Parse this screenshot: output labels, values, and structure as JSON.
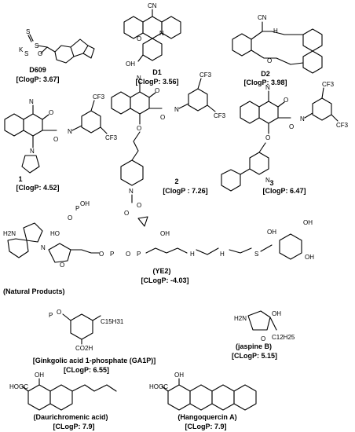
{
  "compounds": {
    "d609": {
      "name": "D609",
      "clogp": "[ClogP: 3.67]"
    },
    "d1": {
      "name": "D1",
      "clogp": "[ClogP: 3.56]"
    },
    "d2": {
      "name": "D2",
      "clogp": "[ClogP: 3.98]"
    },
    "c1": {
      "name": "1",
      "clogp": "[ClogP: 4.52]"
    },
    "c2": {
      "name": "2",
      "clogp": "[ClogP : 7.26]"
    },
    "c3": {
      "name": "3",
      "clogp": "[ClogP: 6.47]"
    },
    "ye2": {
      "name": "(YE2)",
      "clogp": "[CLogP:  -4.03]"
    },
    "section": "(Natural Products)",
    "ga1p": {
      "name": "[Ginkgolic acid 1-phosphate (GA1P)]",
      "clogp": "[CLogP: 6.55]"
    },
    "jaspine": {
      "name": "(jaspine B)",
      "clogp": "[CLogP: 5.15]"
    },
    "daurichromenic": {
      "name": "(Daurichromenic acid)",
      "clogp": "[CLogP: 7.9]"
    },
    "hangoquercin": {
      "name": "(Hangoquercin A)",
      "clogp": "[CLogP: 7.9]"
    }
  },
  "atom_labels": {
    "k": "K",
    "s": "S",
    "o": "O",
    "cn": "CN",
    "n": "N",
    "oh": "OH",
    "nh": "H",
    "cf3": "CF3",
    "p": "P",
    "h2n": "H2N",
    "c15h31": "C15H31",
    "c12h25": "C12H25",
    "co2h": "CO2H",
    "hooc": "HOOC",
    "ho": "HO"
  }
}
